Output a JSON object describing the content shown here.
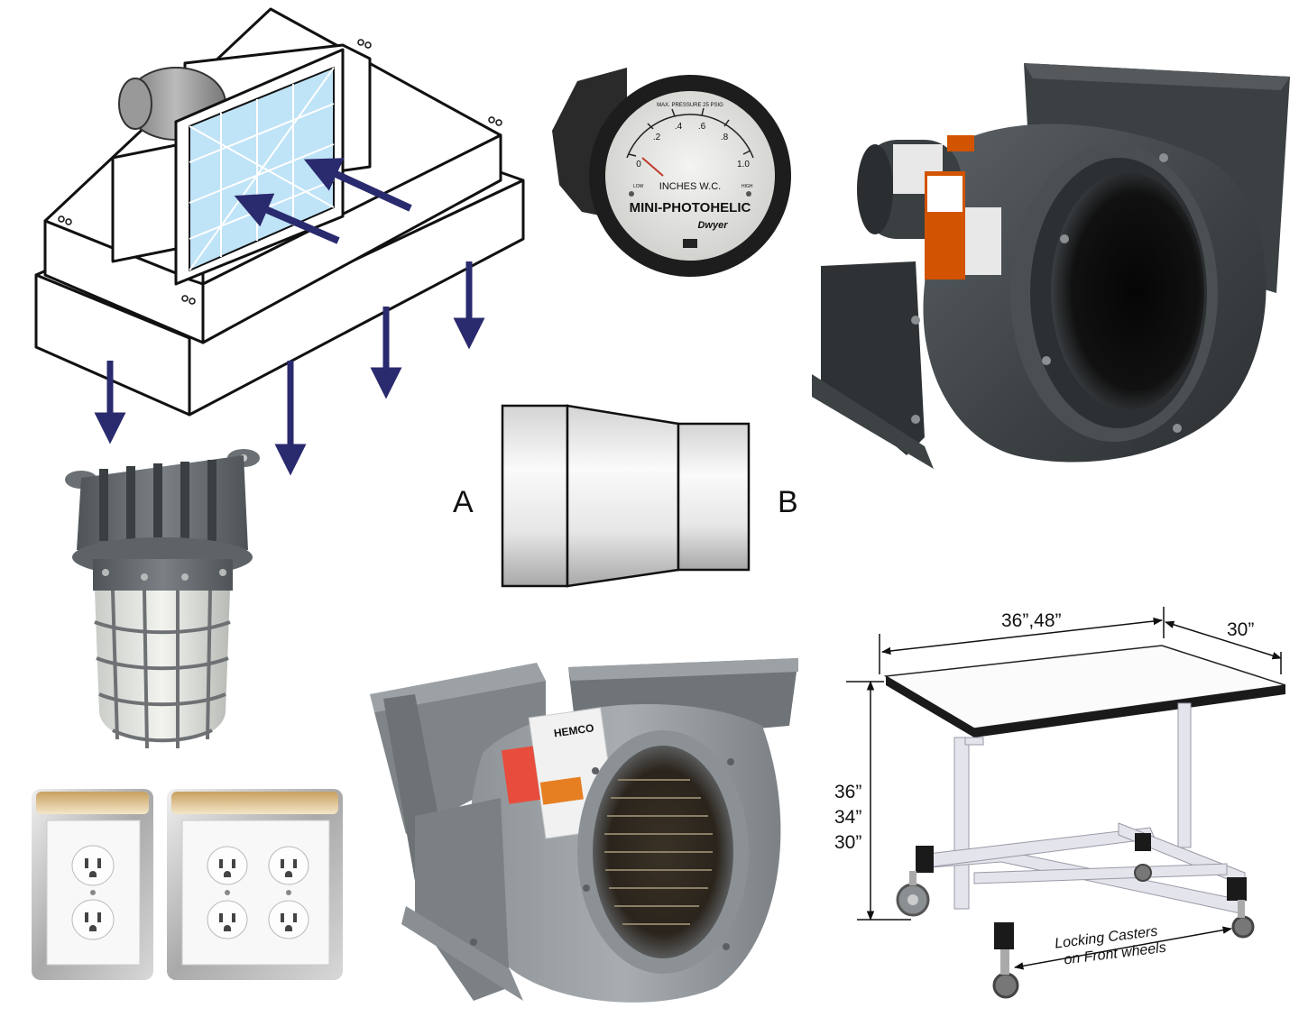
{
  "gauge": {
    "top_text": "MAX. PRESSURE 25 PSIG",
    "units": "INCHES W.C.",
    "name": "MINI-PHOTOHELIC",
    "brand": "Dwyer",
    "scale_labels": [
      "0",
      ".2",
      ".4",
      ".6",
      ".8",
      "1.0"
    ],
    "low": "LOW",
    "high": "HIGH"
  },
  "reducer": {
    "label_a": "A",
    "label_b": "B"
  },
  "cart": {
    "width_dims": "36”,48”",
    "depth_dim": "30”",
    "heights": [
      "36”",
      "34”",
      "30”"
    ],
    "caster_note_line1": "Locking Casters",
    "caster_note_line2": "on Front wheels"
  },
  "blower_bottom": {
    "brand": "HEMCO"
  },
  "colors": {
    "arrow": "#2a2a6e",
    "filter_blue": "#bfe3f7",
    "blower_dark": "#3d4245",
    "blower_gray": "#8c9094",
    "outline": "#111111"
  }
}
